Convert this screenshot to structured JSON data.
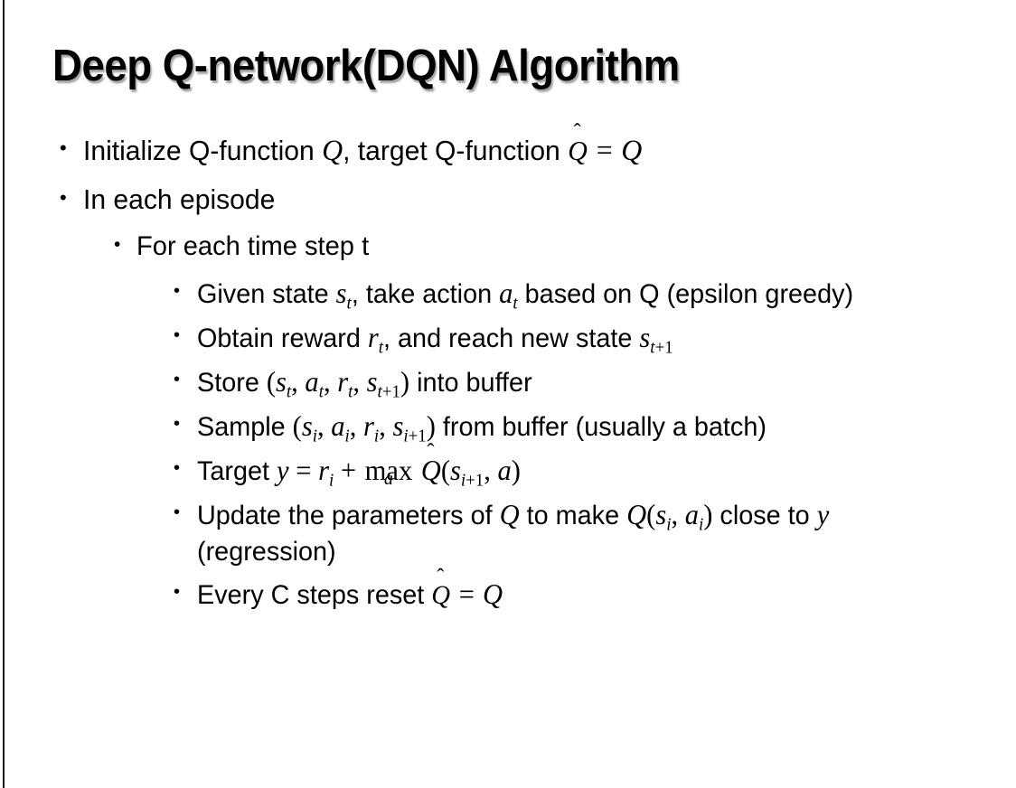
{
  "slide": {
    "title": "Deep Q-network(DQN) Algorithm",
    "bullet_marker": "•",
    "colors": {
      "text": "#000000",
      "background": "#ffffff",
      "left_edge_rule": "#1a1a1a",
      "title_shadow": "rgba(90,90,90,0.55)"
    },
    "bullets": [
      {
        "level": 1,
        "name": "bullet-initialize-q-function",
        "plain_text": "Initialize Q-function Q, target Q-function Q̂ = Q",
        "segments": [
          {
            "kind": "text",
            "value": "Initialize Q-function "
          },
          {
            "kind": "math",
            "value": "Q"
          },
          {
            "kind": "text",
            "value": ", target Q-function "
          },
          {
            "kind": "math-qhat",
            "value": "Q"
          },
          {
            "kind": "math-op",
            "value": " = "
          },
          {
            "kind": "math",
            "value": "Q"
          }
        ]
      },
      {
        "level": 1,
        "name": "bullet-in-each-episode",
        "plain_text": "In each episode",
        "segments": [
          {
            "kind": "text",
            "value": "In each episode"
          }
        ]
      },
      {
        "level": 2,
        "name": "bullet-for-each-time-step",
        "plain_text": "For each time step t",
        "segments": [
          {
            "kind": "text",
            "value": "For each time step t"
          }
        ]
      },
      {
        "level": 3,
        "name": "bullet-given-state-take-action",
        "plain_text": "Given state s_t, take action a_t based on Q (epsilon greedy)",
        "segments": [
          {
            "kind": "text",
            "value": "Given state "
          },
          {
            "kind": "math-sub",
            "base": "s",
            "sub": "t"
          },
          {
            "kind": "text",
            "value": ", take action "
          },
          {
            "kind": "math-sub",
            "base": "a",
            "sub": "t"
          },
          {
            "kind": "text",
            "value": " based on Q (epsilon greedy)"
          }
        ]
      },
      {
        "level": 3,
        "name": "bullet-obtain-reward",
        "plain_text": "Obtain reward r_t, and reach new state s_{t+1}",
        "segments": [
          {
            "kind": "text",
            "value": "Obtain reward "
          },
          {
            "kind": "math-sub",
            "base": "r",
            "sub": "t"
          },
          {
            "kind": "text",
            "value": ", and reach new state "
          },
          {
            "kind": "math-sub",
            "base": "s",
            "sub": "t+1"
          }
        ]
      },
      {
        "level": 3,
        "name": "bullet-store-into-buffer",
        "plain_text": "Store (s_t, a_t, r_t, s_{t+1}) into buffer",
        "segments": [
          {
            "kind": "text",
            "value": "Store "
          },
          {
            "kind": "math-tuple",
            "value": "(s_t, a_t, r_t, s_{t+1})"
          },
          {
            "kind": "text",
            "value": " into buffer"
          }
        ]
      },
      {
        "level": 3,
        "name": "bullet-sample-from-buffer",
        "plain_text": "Sample (s_i, a_i, r_i, s_{i+1}) from buffer (usually a batch)",
        "segments": [
          {
            "kind": "text",
            "value": "Sample "
          },
          {
            "kind": "math-tuple",
            "value": "(s_i, a_i, r_i, s_{i+1})"
          },
          {
            "kind": "text",
            "value": " from buffer (usually a batch)"
          }
        ]
      },
      {
        "level": 3,
        "name": "bullet-target-equation",
        "plain_text": "Target y = r_i + max_a Q̂(s_{i+1}, a)",
        "segments": [
          {
            "kind": "text",
            "value": "Target "
          },
          {
            "kind": "math-equation",
            "value": "y = r_i + max_a Q̂(s_{i+1}, a)"
          }
        ]
      },
      {
        "level": 3,
        "name": "bullet-update-parameters",
        "plain_text": "Update the parameters of Q to make Q(s_i, a_i) close to y (regression)",
        "segments": [
          {
            "kind": "text",
            "value": "Update the parameters of "
          },
          {
            "kind": "math",
            "value": "Q"
          },
          {
            "kind": "text",
            "value": " to make "
          },
          {
            "kind": "math-call",
            "value": "Q(s_i, a_i)"
          },
          {
            "kind": "text",
            "value": " close to "
          },
          {
            "kind": "math",
            "value": "y"
          },
          {
            "kind": "text",
            "value": " (regression)"
          }
        ]
      },
      {
        "level": 3,
        "name": "bullet-every-c-steps-reset",
        "plain_text": "Every C steps reset Q̂ = Q",
        "segments": [
          {
            "kind": "text",
            "value": "Every C steps reset "
          },
          {
            "kind": "math-qhat",
            "value": "Q"
          },
          {
            "kind": "math-op",
            "value": " = "
          },
          {
            "kind": "math",
            "value": "Q"
          }
        ]
      }
    ],
    "math_symbols": {
      "hat": "̂",
      "circumflex": "ˆ",
      "equals": "=",
      "plus": "+",
      "max": "max",
      "q": "Q",
      "y": "y",
      "a": "a",
      "s": "s",
      "r": "r",
      "sub_t": "t",
      "sub_i": "i",
      "sub_t_plus_1": "t+1",
      "sub_i_plus_1": "i+1"
    }
  }
}
